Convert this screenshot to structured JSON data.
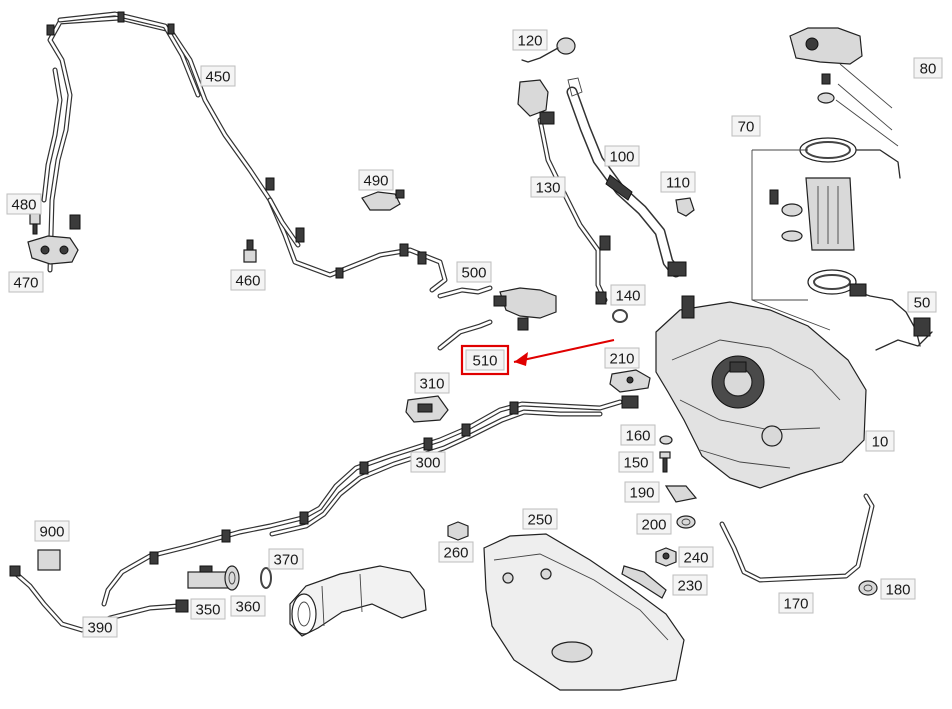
{
  "callouts": [
    {
      "id": "450",
      "text": "450"
    },
    {
      "id": "480",
      "text": "480"
    },
    {
      "id": "470",
      "text": "470"
    },
    {
      "id": "460",
      "text": "460"
    },
    {
      "id": "490",
      "text": "490"
    },
    {
      "id": "500",
      "text": "500"
    },
    {
      "id": "510",
      "text": "510"
    },
    {
      "id": "120",
      "text": "120"
    },
    {
      "id": "130",
      "text": "130"
    },
    {
      "id": "100",
      "text": "100"
    },
    {
      "id": "110",
      "text": "110"
    },
    {
      "id": "140",
      "text": "140"
    },
    {
      "id": "80",
      "text": "80"
    },
    {
      "id": "70",
      "text": "70"
    },
    {
      "id": "50",
      "text": "50"
    },
    {
      "id": "10",
      "text": "10"
    },
    {
      "id": "210",
      "text": "210"
    },
    {
      "id": "310",
      "text": "310"
    },
    {
      "id": "300",
      "text": "300"
    },
    {
      "id": "160",
      "text": "160"
    },
    {
      "id": "150",
      "text": "150"
    },
    {
      "id": "190",
      "text": "190"
    },
    {
      "id": "200",
      "text": "200"
    },
    {
      "id": "240",
      "text": "240"
    },
    {
      "id": "230",
      "text": "230"
    },
    {
      "id": "250",
      "text": "250"
    },
    {
      "id": "260",
      "text": "260"
    },
    {
      "id": "170",
      "text": "170"
    },
    {
      "id": "180",
      "text": "180"
    },
    {
      "id": "900",
      "text": "900"
    },
    {
      "id": "390",
      "text": "390"
    },
    {
      "id": "350",
      "text": "350"
    },
    {
      "id": "360",
      "text": "360"
    },
    {
      "id": "370",
      "text": "370"
    }
  ],
  "highlight": {
    "target": "510",
    "color": "#e00000"
  }
}
